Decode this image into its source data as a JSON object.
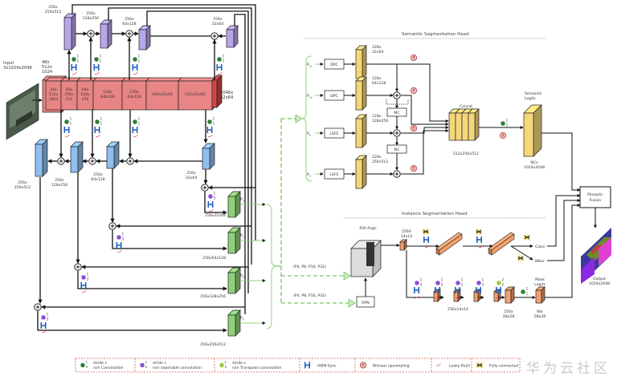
{
  "input": {
    "label": "Input",
    "dims": "3x1024x2048"
  },
  "encoder": {
    "first_label": [
      "48x",
      "512x",
      "1024"
    ],
    "blocks": [
      [
        "24x",
        "512x",
        "1024"
      ],
      [
        "40x",
        "256x",
        "512"
      ],
      [
        "64x",
        "128x",
        "256"
      ],
      [
        "128x",
        "64x128"
      ],
      [
        "176x",
        "64x128"
      ],
      [
        "304x32x64"
      ],
      [
        "512x32x64"
      ]
    ],
    "last_label": [
      "2048x",
      "32x64"
    ]
  },
  "top_down": [
    {
      "dims": [
        "256x",
        "256x512"
      ]
    },
    {
      "dims": [
        "256x",
        "128x256"
      ]
    },
    {
      "dims": [
        "256x",
        "64x128"
      ]
    },
    {
      "dims": [
        "256x",
        "32x64"
      ]
    }
  ],
  "bottom_up": [
    {
      "dims": [
        "256x",
        "256x512"
      ]
    },
    {
      "dims": [
        "256x",
        "128x256"
      ]
    },
    {
      "dims": [
        "256x",
        "64x128"
      ]
    },
    {
      "dims": [
        "256x",
        "32x64"
      ]
    }
  ],
  "outputs": [
    {
      "label": "P32",
      "base": "P",
      "sub": "32",
      "dims": "256x32x64"
    },
    {
      "label": "P16",
      "base": "P",
      "sub": "16",
      "dims": "256x64x128"
    },
    {
      "label": "P8",
      "base": "P",
      "sub": "8",
      "dims": "256x128x256"
    },
    {
      "label": "P4",
      "base": "P",
      "sub": "4",
      "dims": "256x256x512"
    }
  ],
  "conv_marks": {
    "s1": "1",
    "s2": "2"
  },
  "semantic_head": {
    "title": "Semantic Segmentation Head",
    "rows": [
      {
        "p_base": "P",
        "p_sub": "32",
        "module": "DPC",
        "dims": [
          "128x",
          "32x64"
        ]
      },
      {
        "p_base": "P",
        "p_sub": "16",
        "module": "DPC",
        "dims": [
          "128x",
          "64x128"
        ]
      },
      {
        "p_base": "P",
        "p_sub": "8",
        "module": "LSFE",
        "dims": [
          "128x",
          "128x256"
        ]
      },
      {
        "p_base": "P",
        "p_sub": "4",
        "module": "LSFE",
        "dims": [
          "128x",
          "256x512"
        ]
      }
    ],
    "mc_label": "MC",
    "concat_label": "Concat",
    "concat_dims": "512x256x512",
    "logits_title": [
      "Semantic",
      "Logits"
    ],
    "logits_dims": [
      "NCx",
      "1024x2048"
    ]
  },
  "instance_head": {
    "title": "Instance Segmentation Head",
    "roi_label": "ROI Align",
    "rpn_label": "RPN",
    "roi_inputs": "(P4, P8, P16, P32)",
    "rpn_inputs": "(P4, P8, P16, P32)",
    "roi_feat_dims": [
      "256X",
      "14x14"
    ],
    "class_label": "Class",
    "bbox_label": "BBox",
    "mask_mid_dims": "256x14x14",
    "mask_up_dims": [
      "256x",
      "28x28"
    ],
    "mask_logits_title": [
      "Mask",
      "Logits"
    ],
    "mask_logits_dims": [
      "NIx",
      "28x28"
    ]
  },
  "fusion": {
    "label": [
      "Panoptic",
      "Fusion"
    ]
  },
  "output": {
    "label": "Output",
    "dims": "1024x2048"
  },
  "legend": [
    {
      "icon": "green-conv-icon",
      "line1": "stride s",
      "line2": "nxn Convolution"
    },
    {
      "icon": "purple-sep-conv-icon",
      "line1": "stride s",
      "line2": "nxn seperable convolution"
    },
    {
      "icon": "lime-transpose-conv-icon",
      "line1": "stride s",
      "line2": "nxn Transpose convolution"
    },
    {
      "icon": "iabn-icon",
      "line1": "iABN Sync",
      "line2": ""
    },
    {
      "icon": "bilinear-upsampling-icon",
      "line1": "Bilinear upsampling",
      "line2": ""
    },
    {
      "icon": "leaky-relu-icon",
      "line1": "Leaky ReLU",
      "line2": ""
    },
    {
      "icon": "fully-connected-icon",
      "line1": "Fully connected",
      "line2": ""
    }
  ],
  "watermark": "华为云社区",
  "colors": {
    "encoder": "#e88585",
    "topdown": "#b9a6ea",
    "bottomup": "#8fbef0",
    "pyramid": "#8fd07a",
    "semantic": "#f5d77a",
    "instance": "#f5a070",
    "legend_border": "#e05050"
  }
}
